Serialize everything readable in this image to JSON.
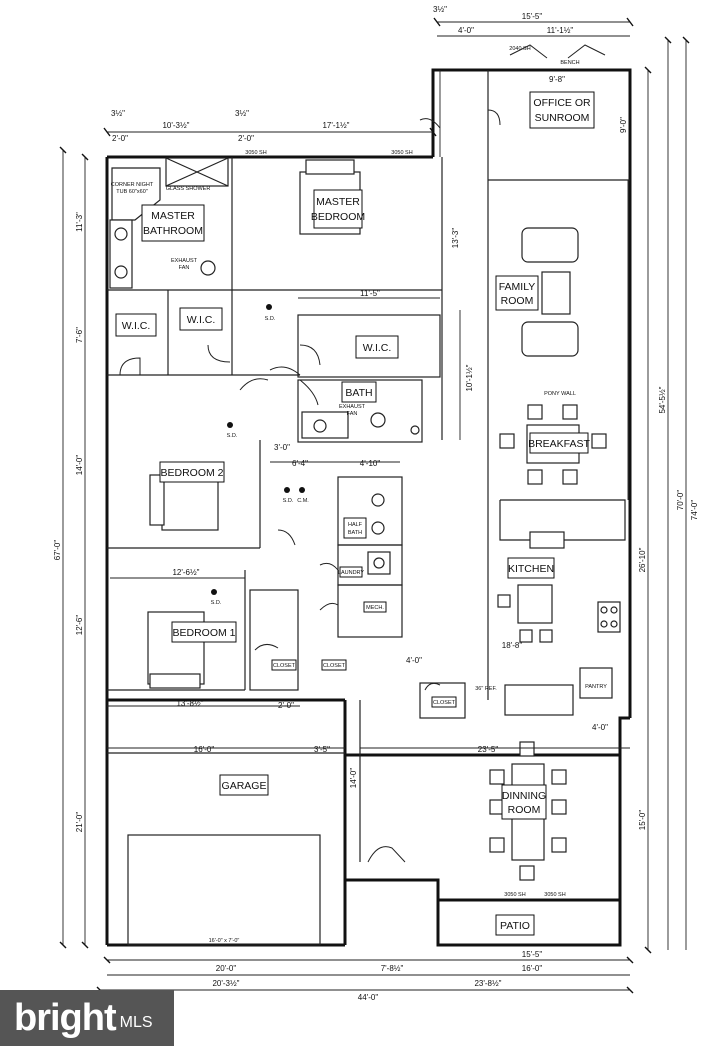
{
  "rooms": {
    "office": [
      "OFFICE OR",
      "SUNROOM"
    ],
    "master_bedroom": [
      "MASTER",
      "BEDROOM"
    ],
    "master_bathroom": [
      "MASTER",
      "BATHROOM"
    ],
    "family_room": [
      "FAMILY",
      "ROOM"
    ],
    "wic1": "W.I.C.",
    "wic2": "W.I.C.",
    "wic3": "W.I.C.",
    "bath": "BATH",
    "breakfast": "BREAKFAST",
    "bedroom2": "BEDROOM 2",
    "kitchen": "KITCHEN",
    "bedroom1": "BEDROOM 1",
    "garage": "GARAGE",
    "dinning_room": [
      "DINNING",
      "ROOM"
    ],
    "patio": "PATIO"
  },
  "small_labels": {
    "bench": "BENCH",
    "pony_wall": "PONY WALL",
    "half_bath": [
      "HALF",
      "BATH"
    ],
    "laundry": "LAUNDRY",
    "mech": "MECH.",
    "closet_a": "CLOSET",
    "closet_b": "CLOSET",
    "closet_c": "CLOSET",
    "pantry": "PANTRY",
    "ref": "36\" REF.",
    "exhaust_fan_1": [
      "EXHAUST",
      "FAN"
    ],
    "exhaust_fan_2": [
      "EXHAUST",
      "FAN"
    ],
    "sd_1": "S.D.",
    "sd_2": "S.D.",
    "sd_3": "S.D.",
    "sd_4": "S.D.",
    "cm": "C.M.",
    "glass_shower": "GLASS SHOWER",
    "corner_tub": [
      "CORNER NIGHT",
      "TUB 60\"x60\""
    ],
    "garage_door": "16'-0\" x 7'-0\"",
    "win_3050_a": "3050 SH",
    "win_3050_b": "3050 SH",
    "win_3050_c": "3050 SH",
    "win_3050_d": "3050 SH",
    "win_2040": "2040 SH"
  },
  "dimensions": {
    "top_15_5": "15'-5\"",
    "top_4_0": "4'-0\"",
    "top_11_1": "11'-1½\"",
    "top_3_4": "3½\"",
    "office_9_8": "9'-8\"",
    "left_2_0a": "2'-0\"",
    "left_10_3": "10'-3½\"",
    "left_2_0b": "2'-0\"",
    "mid_17_1": "17'-1½\"",
    "w_3_5a": "3½\"",
    "w_3_5b": "3½\"",
    "hall_11_5": "11'-5\"",
    "v_11_3": "11'-3\"",
    "v_7_6": "7'-6\"",
    "v_14_0": "14'-0\"",
    "v_12_6": "12'-6\"",
    "v_67_0": "67'-0\"",
    "v_21_0": "21'-0\"",
    "v_13_3": "13'-3\"",
    "v_9_0": "9'-0\"",
    "v_26_10": "26'-10\"",
    "v_54_5": "54'-5½\"",
    "v_70_0": "70'-0\"",
    "v_74_0": "74'-0\"",
    "v_15_0": "15'-0\"",
    "v_10_1": "10'-1½\"",
    "d_6_4": "6'-4\"",
    "d_4_10": "4'-10\"",
    "d_3_0": "3'-0\"",
    "d_12_6": "12'-6½\"",
    "d_13_8": "13'-8½\"",
    "d_2_0": "2'-0\"",
    "d_16_0a": "16'-0\"",
    "d_3_5": "3'-5\"",
    "d_23_5": "23'-5\"",
    "d_4_0a": "4'-0\"",
    "d_4_0b": "4'-0\"",
    "d_18_8": "18'-8\"",
    "d_14_0": "14'-0\"",
    "b_20_0": "20'-0\"",
    "b_20_3": "20'-3½\"",
    "b_7_8": "7'-8½\"",
    "b_16_0": "16'-0\"",
    "b_15_5": "15'-5\"",
    "b_23_8": "23'-8½\"",
    "b_44_0": "44'-0\""
  },
  "watermark": {
    "brand": "bright",
    "suffix": "MLS"
  }
}
